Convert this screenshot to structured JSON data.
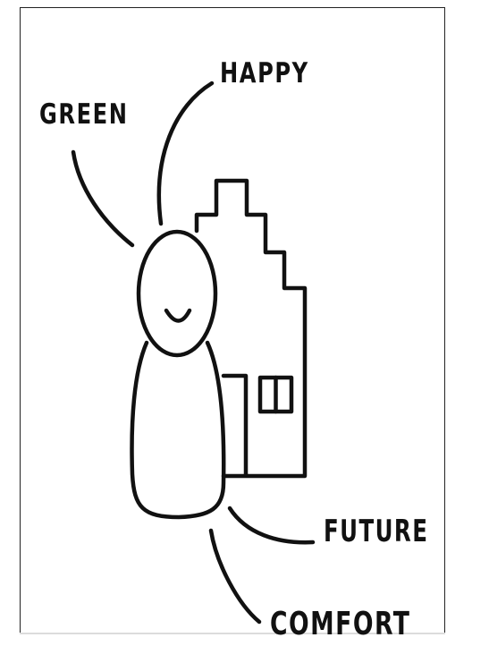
{
  "labels": {
    "green": "GREEN",
    "happy": "HAPPY",
    "future": "FUTURE",
    "comfort": "COMFORT"
  },
  "colors": {
    "ink": "#111111",
    "background": "#ffffff"
  }
}
